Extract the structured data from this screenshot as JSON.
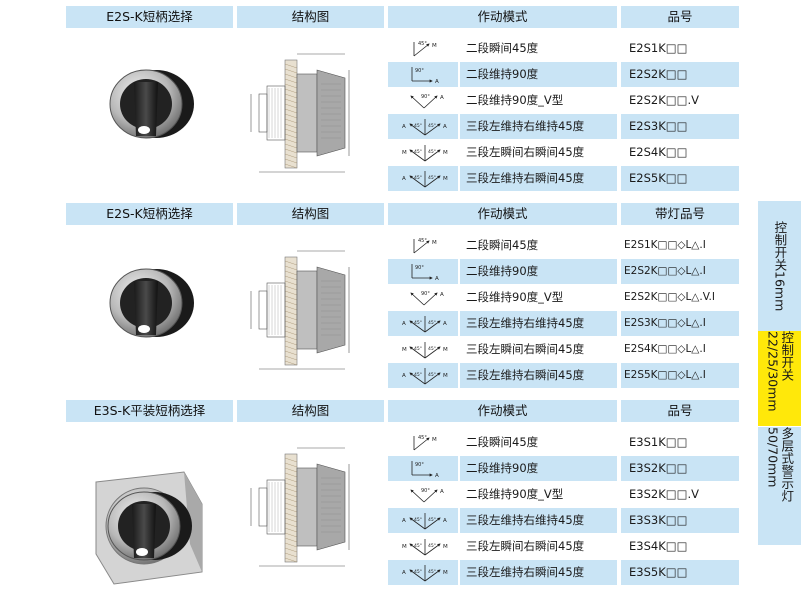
{
  "sections": [
    {
      "headers": {
        "col1": "E2S-K短柄选择",
        "col2": "结构图",
        "col3": "作动模式",
        "col4": "品号"
      },
      "rows": [
        {
          "desc": "二段瞬间45度",
          "code": "E2S1K□□"
        },
        {
          "desc": "二段维持90度",
          "code": "E2S2K□□"
        },
        {
          "desc": "二段维持90度_V型",
          "code": "E2S2K□□.V"
        },
        {
          "desc": "三段左维持右维持45度",
          "code": "E2S3K□□"
        },
        {
          "desc": "三段左瞬间右瞬间45度",
          "code": "E2S4K□□"
        },
        {
          "desc": "三段左维持右瞬间45度",
          "code": "E2S5K□□"
        }
      ]
    },
    {
      "headers": {
        "col1": "E2S-K短柄选择",
        "col2": "结构图",
        "col3": "作动模式",
        "col4": "带灯品号"
      },
      "rows": [
        {
          "desc": "二段瞬间45度",
          "code": "E2S1K□□◇L△.I"
        },
        {
          "desc": "二段维持90度",
          "code": "E2S2K□□◇L△.I"
        },
        {
          "desc": "二段维持90度_V型",
          "code": "E2S2K□□◇L△.V.I"
        },
        {
          "desc": "三段左维持右维持45度",
          "code": "E2S3K□□◇L△.I"
        },
        {
          "desc": "三段左瞬间右瞬间45度",
          "code": "E2S4K□□◇L△.I"
        },
        {
          "desc": "三段左维持右瞬间45度",
          "code": "E2S5K□□◇L△.I"
        }
      ]
    },
    {
      "headers": {
        "col1": "E3S-K平装短柄选择",
        "col2": "结构图",
        "col3": "作动模式",
        "col4": "品号"
      },
      "rows": [
        {
          "desc": "二段瞬间45度",
          "code": "E3S1K□□"
        },
        {
          "desc": "二段维持90度",
          "code": "E3S2K□□"
        },
        {
          "desc": "二段维持90度_V型",
          "code": "E3S2K□□.V"
        },
        {
          "desc": "三段左维持右维持45度",
          "code": "E3S3K□□"
        },
        {
          "desc": "三段左瞬间右瞬间45度",
          "code": "E3S4K□□"
        },
        {
          "desc": "三段左维持右瞬间45度",
          "code": "E3S5K□□"
        }
      ]
    }
  ],
  "icon_labels": {
    "angle45": "45°",
    "angle90": "90°",
    "letter_m": "M",
    "letter_a": "A",
    "tri_a": "A◄45°|45°►A",
    "tri_m": "M◄45°|45°►M",
    "tri_am": "A◄45°|45°►M"
  },
  "side_tabs": [
    {
      "label": "控制开关16mm"
    },
    {
      "label": "控制开关22/25/30mm"
    },
    {
      "label": "多层式警示灯50/70mm"
    }
  ],
  "colors": {
    "header_bg": "#c9e4f5",
    "highlight": "#ffe80a"
  }
}
